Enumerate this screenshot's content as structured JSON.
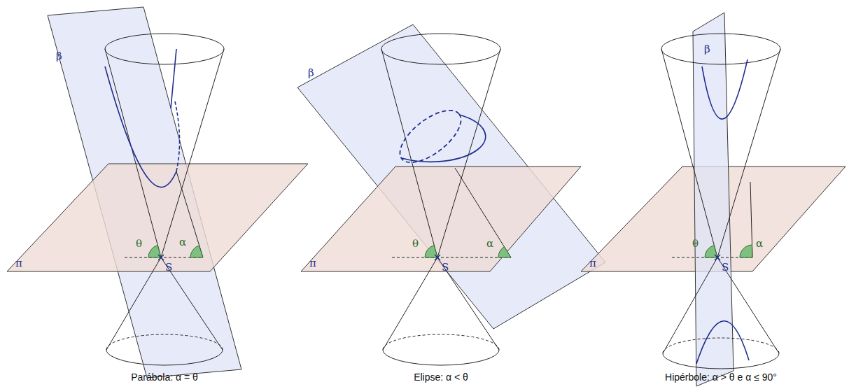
{
  "diagram": {
    "labels": [
      "β",
      "θ",
      "α",
      "S",
      "π",
      "Parábola: α = θ",
      "β",
      "θ",
      "S",
      "α",
      "π",
      "Elipse: α < θ",
      "β",
      "θ",
      "α",
      "S",
      "π",
      "Hipérbole: α > θ e α ≤ 90°"
    ]
  }
}
